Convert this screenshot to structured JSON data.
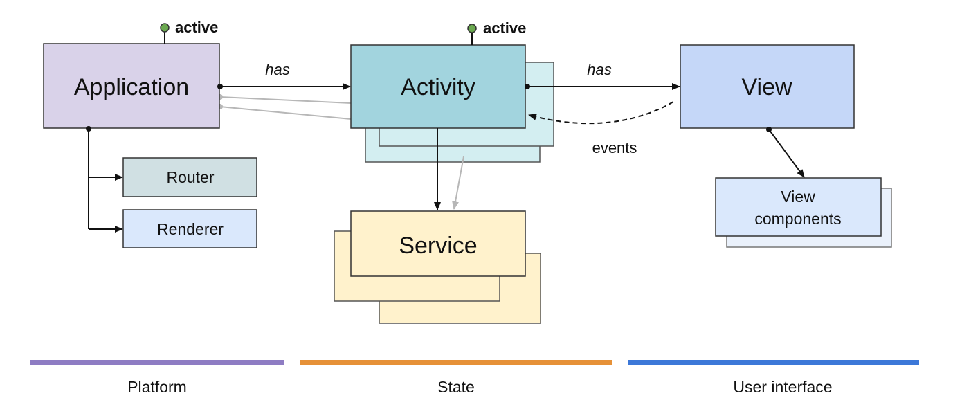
{
  "nodes": {
    "application": {
      "label": "Application",
      "state_label": "active"
    },
    "activity": {
      "label": "Activity",
      "state_label": "active"
    },
    "view": {
      "label": "View"
    },
    "router": {
      "label": "Router"
    },
    "renderer": {
      "label": "Renderer"
    },
    "service": {
      "label": "Service"
    },
    "view_components": {
      "line1": "View",
      "line2": "components"
    }
  },
  "edges": {
    "app_to_activity": "has",
    "activity_to_view": "has",
    "view_to_activity": "events"
  },
  "sections": [
    {
      "label": "Platform",
      "color": "#8e7cc3"
    },
    {
      "label": "State",
      "color": "#e69138"
    },
    {
      "label": "User interface",
      "color": "#3c78d8"
    }
  ],
  "colors": {
    "application_fill": "#d9d2e9",
    "activity_fill": "#a2d4de",
    "activity_stack_fill": "#d3eef1",
    "view_fill": "#c5d7f8",
    "router_fill": "#d0e0e3",
    "renderer_fill": "#dae8fc",
    "service_fill": "#fff2cc",
    "view_components_fill": "#dae8fc",
    "active_dot": "#6aa84f"
  }
}
